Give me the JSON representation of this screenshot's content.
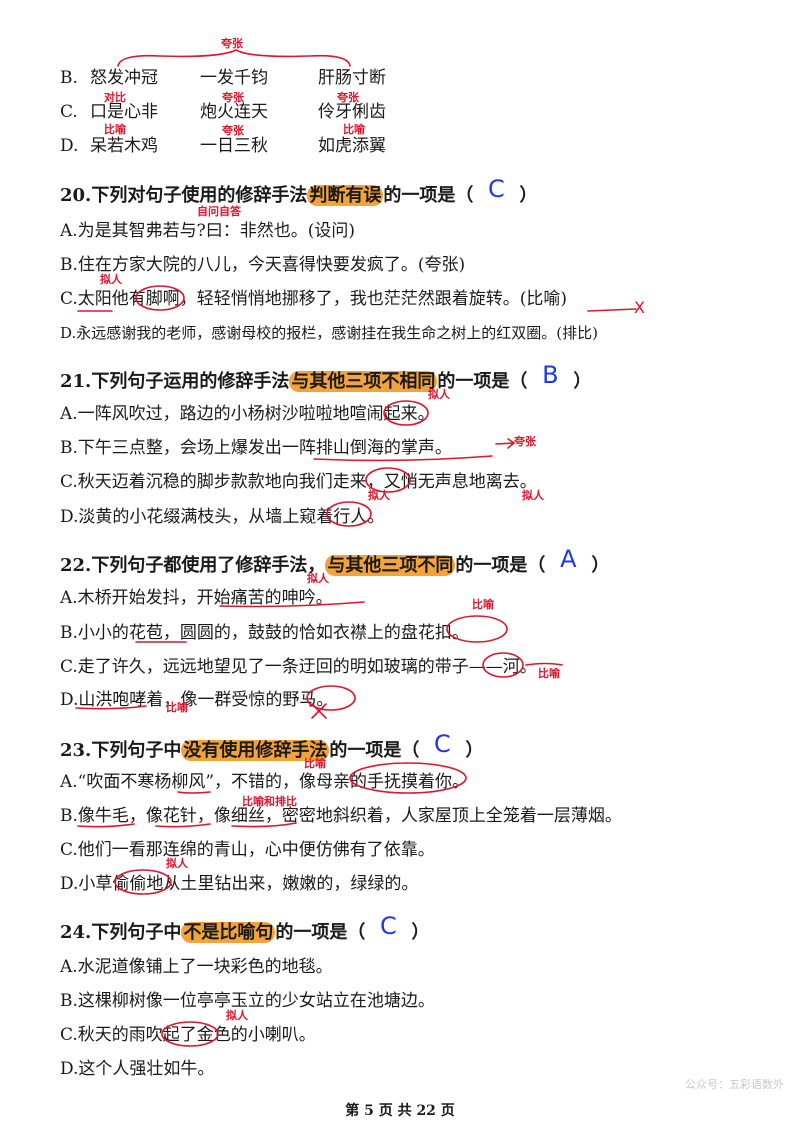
{
  "q19_options": [
    {
      "letter": "B.",
      "items": [
        "怒发冲冠",
        "一发千钧",
        "肝肠寸断"
      ]
    },
    {
      "letter": "C.",
      "items": [
        "口是心非",
        "炮火连天",
        "伶牙俐齿"
      ]
    },
    {
      "letter": "D.",
      "items": [
        "呆若木鸡",
        "一日三秋",
        "如虎添翼"
      ]
    }
  ],
  "q20": {
    "number": "20.",
    "pre": "下列对句子使用的修辞手法",
    "highlight": "判断有误",
    "post": "的一项是（",
    "answer": "C",
    "close": "）",
    "options": [
      "A.为是其智弗若与?曰：非然也。(设问)",
      "B.住在方家大院的八儿，今天喜得快要发疯了。(夸张)",
      "C.太阳他有脚啊，轻轻悄悄地挪移了，我也茫茫然跟着旋转。(比喻)",
      "D.永远感谢我的老师，感谢母校的报栏，感谢挂在我生命之树上的红双圈。(排比)"
    ]
  },
  "q21": {
    "number": "21.",
    "pre": "下列句子运用的修辞手法",
    "highlight": "与其他三项不相同",
    "post": "的一项是（",
    "answer": "B",
    "close": "）",
    "options": [
      "A.一阵风吹过，路边的小杨树沙啦啦地喧闹起来。",
      "B.下午三点整，会场上爆发出一阵排山倒海的掌声。",
      "C.秋天迈着沉稳的脚步款款地向我们走来，又悄无声息地离去。",
      "D.淡黄的小花缀满枝头，从墙上窥着行人。"
    ]
  },
  "q22": {
    "number": "22.",
    "pre": "下列句子都使用了修辞手法，",
    "highlight": "与其他三项不同",
    "post": "的一项是（",
    "answer": "A",
    "close": "）",
    "options": [
      "A.木桥开始发抖，开始痛苦的呻吟。",
      "B.小小的花苞，圆圆的，鼓鼓的恰如衣襟上的盘花扣。",
      "C.走了许久，远远地望见了一条迂回的明如玻璃的带子——河。",
      "D.山洪咆哮着，像一群受惊的野马。"
    ]
  },
  "q23": {
    "number": "23.",
    "pre": "下列句子中",
    "highlight": "没有使用修辞手法",
    "post": "的一项是（",
    "answer": "C",
    "close": "）",
    "options": [
      "A.“吹面不寒杨柳风”，不错的，像母亲的手抚摸着你。",
      "B.像牛毛，像花针，像细丝，密密地斜织着，人家屋顶上全笼着一层薄烟。",
      "C.他们一看那连绵的青山，心中便仿佛有了依靠。",
      "D.小草偷偷地从土里钻出来，嫩嫩的，绿绿的。"
    ]
  },
  "q24": {
    "number": "24.",
    "pre": "下列句子中",
    "highlight": "不是比喻句",
    "post": "的一项是（",
    "answer": "C",
    "close": "）",
    "options": [
      "A.水泥道像铺上了一块彩色的地毯。",
      "B.这棵柳树像一位亭亭玉立的少女站立在池塘边。",
      "C.秋天的雨吹起了金色的小喇叭。",
      "D.这个人强壮如牛。"
    ]
  },
  "notes": {
    "kuazhang": "夸张",
    "duibi": "对比",
    "biyu": "比喻",
    "ziwenzida": "自问自答",
    "niren": "拟人",
    "biyu_paibi": "比喻和排比",
    "cross": "X"
  },
  "footer": "第 5 页 共 22 页",
  "watermark": "公众号：五彩语数外",
  "colors": {
    "highlight": "#f2a33a",
    "answer_ink": "#1e39e8",
    "note_ink": "#e0142c"
  }
}
